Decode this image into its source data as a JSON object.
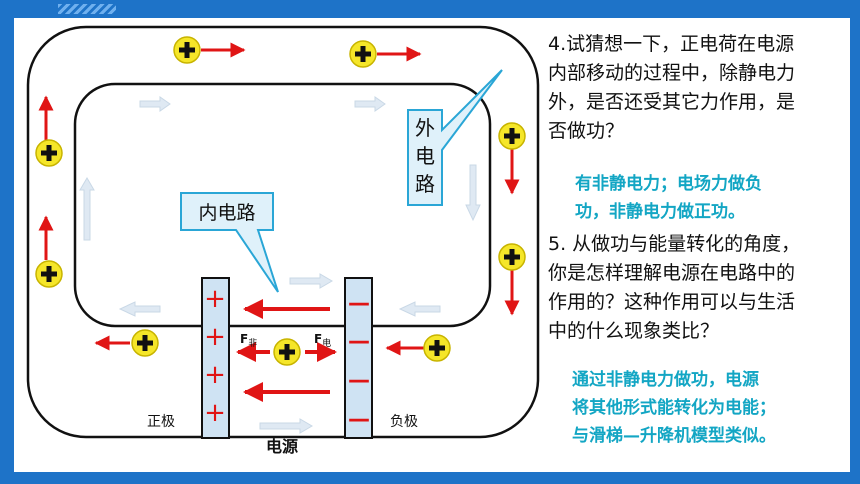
{
  "diagram": {
    "callout_outer": "外电路",
    "callout_inner": "内电路",
    "label_positive": "正极",
    "label_negative": "负极",
    "label_source": "电源",
    "force_nonstatic": "F非",
    "force_electric": "F电",
    "plus_sign": "+",
    "minus_sign": "—"
  },
  "questions": {
    "q4_lines": [
      "4.试猜想一下，正电荷在电源",
      "内部移动的过程中，除静电力",
      "外，是否还受其它力作用，是",
      "否做功？"
    ],
    "a4_lines": [
      "有非静电力；电场力做负",
      "功，非静电力做正功。"
    ],
    "q5_lines": [
      "5. 从做功与能量转化的角度，",
      "你是怎样理解电源在电路中的",
      "作用的？这种作用可以与生活",
      "中的什么现象类比？"
    ],
    "a5_lines": [
      "通过非静电力做功，电源",
      "将其他形式能转化为电能；",
      "与滑梯—升降机模型类似。"
    ]
  },
  "colors": {
    "frame_blue": "#1e73c8",
    "charge_yellow": "#f5e629",
    "arrow_red": "#e01515",
    "answer_teal": "#13a6c4",
    "callout_fill": "#dff1fa",
    "callout_stroke": "#2aa6d6",
    "plate_fill": "#cfe3f3"
  }
}
